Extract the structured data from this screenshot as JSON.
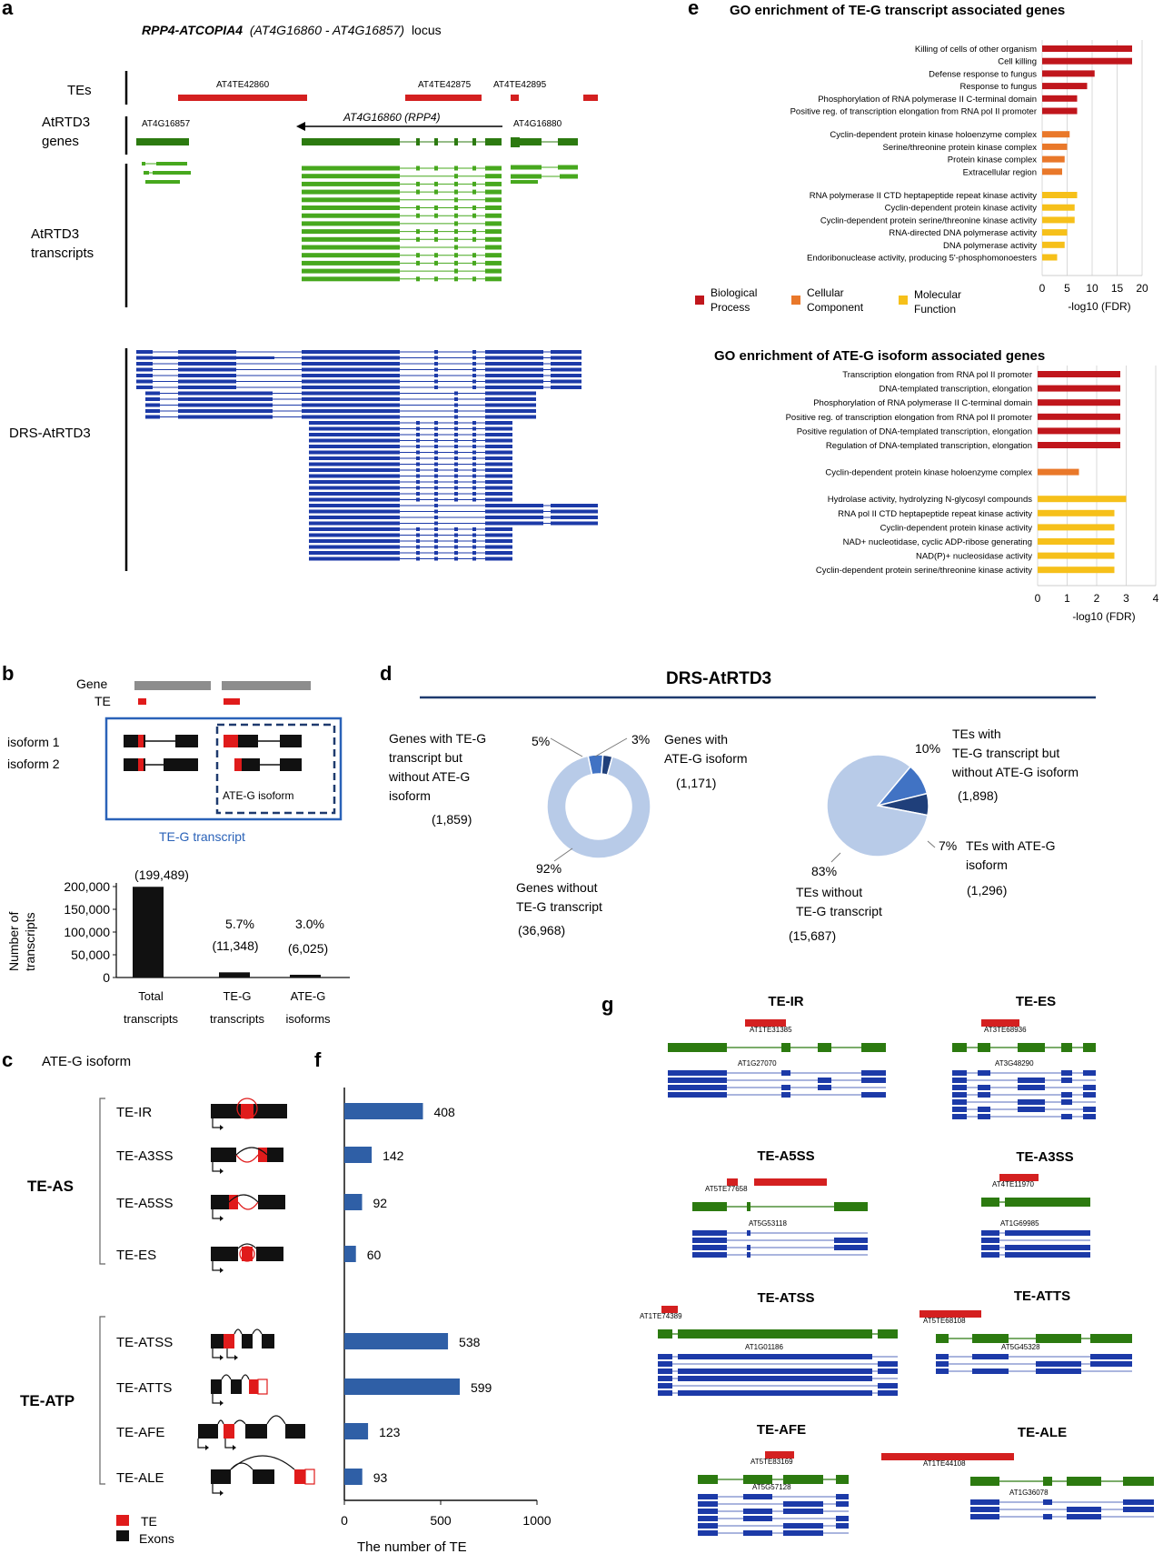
{
  "panel_letters": {
    "a": "a",
    "b": "b",
    "c": "c",
    "d": "d",
    "e": "e",
    "f": "f",
    "g": "g"
  },
  "panel_a": {
    "title_prefix": "RPP4-ATCOPIA4",
    "title_paren": "(AT4G16860 - AT4G16857)",
    "title_suffix": "locus",
    "track_tes": "TEs",
    "track_genes_1": "AtRTD3",
    "track_genes_2": "genes",
    "track_tx_1": "AtRTD3",
    "track_tx_2": "transcripts",
    "track_drs": "DRS-AtRTD3",
    "te_labels": [
      "AT4TE42860",
      "AT4TE42875",
      "AT4TE42895"
    ],
    "gene_labels": [
      "AT4G16857",
      "AT4G16860 (RPP4)",
      "AT4G16880"
    ]
  },
  "panel_b": {
    "gene": "Gene",
    "te": "TE",
    "isoform1": "isoform 1",
    "isoform2": "isoform 2",
    "ateg_box": "ATE-G isoform",
    "teg_caption": "TE-G transcript",
    "ylabel_1": "Number of",
    "ylabel_2": "transcripts",
    "yticks": [
      "200,000",
      "150,000",
      "100,000",
      "50,000",
      "0"
    ],
    "bar_labels": [
      "(199,489)",
      "5.7%",
      "(11,348)",
      "3.0%",
      "(6,025)"
    ],
    "cat_top": [
      "Total",
      "TE-G",
      "ATE-G"
    ],
    "cat_bot": [
      "transcripts",
      "transcripts",
      "isoforms"
    ]
  },
  "panel_c": {
    "title": "ATE-G isoform",
    "group_as": "TE-AS",
    "group_atp": "TE-ATP",
    "types": [
      "TE-IR",
      "TE-A3SS",
      "TE-A5SS",
      "TE-ES",
      "TE-ATSS",
      "TE-ATTS",
      "TE-AFE",
      "TE-ALE"
    ],
    "legend_te": "TE",
    "legend_exons": "Exons"
  },
  "panel_d": {
    "title": "DRS-AtRTD3",
    "left": {
      "pct_a": "5%",
      "pct_b": "3%",
      "pct_c": "92%",
      "lab_a": [
        "Genes with TE-G",
        "transcript but",
        "without ATE-G",
        "isoform"
      ],
      "num_a": "(1,859)",
      "lab_b": [
        "Genes with",
        "ATE-G isoform"
      ],
      "num_b": "(1,171)",
      "lab_c": [
        "Genes without",
        "TE-G transcript"
      ],
      "num_c": "(36,968)"
    },
    "right": {
      "pct_a": "10%",
      "pct_b": "7%",
      "pct_c": "83%",
      "lab_a": [
        "TEs with",
        "TE-G transcript but",
        "without ATE-G isoform"
      ],
      "num_a": "(1,898)",
      "lab_b": [
        "TEs with ATE-G",
        "isoform"
      ],
      "num_b": "(1,296)",
      "lab_c": [
        "TEs without",
        "TE-G transcript"
      ],
      "num_c": "(15,687)"
    }
  },
  "panel_e": {
    "title1": "GO enrichment of TE-G transcript associated genes",
    "title2": "GO enrichment of ATE-G isoform associated genes",
    "legend": [
      [
        "Biological",
        "Process"
      ],
      [
        "Cellular",
        "Component"
      ],
      [
        "Molecular",
        "Function"
      ]
    ],
    "xlabel": "-log10 (FDR)",
    "xticks1": [
      "0",
      "5",
      "10",
      "15",
      "20"
    ],
    "xticks2": [
      "0",
      "1",
      "2",
      "3",
      "4"
    ]
  },
  "panel_f": {
    "xlabel": "The number of TE",
    "xticks": [
      "0",
      "500",
      "1000"
    ]
  },
  "panel_g": {
    "titles": [
      "TE-IR",
      "TE-ES",
      "TE-A5SS",
      "TE-A3SS",
      "TE-ATSS",
      "TE-ATTS",
      "TE-AFE",
      "TE-ALE"
    ],
    "te_ids": [
      "AT1TE31385",
      "AT3TE68936",
      "AT5TE77658",
      "AT4TE11970",
      "AT1TE74389",
      "AT5TE68108",
      "AT5TE83169",
      "AT1TE44108"
    ],
    "gene_ids": [
      "AT1G27070",
      "AT3G48290",
      "AT5G53118",
      "AT1G69985",
      "AT1G01186",
      "AT5G45328",
      "AT5G57128",
      "AT1G36078"
    ]
  },
  "colors": {
    "bp": "#c0161c",
    "cc": "#e9782a",
    "mf": "#f6c01a",
    "gene": "#2c7a10",
    "tx": "#47a81e",
    "drs": "#1c3aa8",
    "te": "#d42020",
    "bar_f": "#2f5fa6",
    "pie_light": "#b8cbe8",
    "pie_mid": "#4173c4",
    "pie_dark": "#1f3f7a"
  },
  "chart_data": [
    {
      "type": "bar",
      "title": "GO enrichment of TE-G transcript associated genes",
      "xlabel": "-log10 (FDR)",
      "xlim": [
        0,
        20
      ],
      "categories": [
        "Killing of cells of other organism",
        "Cell killing",
        "Defense response to fungus",
        "Response to fungus",
        "Phosphorylation of RNA polymerase II C-terminal domain",
        "Positive reg. of transcription elongation from RNA pol II promoter",
        "Cyclin-dependent protein kinase holoenzyme complex",
        "Serine/threonine protein kinase complex",
        "Protein kinase complex",
        "Extracellular region",
        "RNA polymerase II CTD heptapeptide repeat kinase activity",
        "Cyclin-dependent protein kinase activity",
        "Cyclin-dependent protein serine/threonine kinase activity",
        "RNA-directed DNA polymerase activity",
        "DNA polymerase activity",
        "Endoribonuclease activity, producing 5'-phosphomonoesters"
      ],
      "values": [
        18,
        18,
        10.5,
        9,
        7,
        7,
        5.5,
        5,
        4.5,
        4,
        7,
        6.5,
        6.5,
        5,
        4.5,
        3
      ],
      "groups": [
        "bp",
        "bp",
        "bp",
        "bp",
        "bp",
        "bp",
        "cc",
        "cc",
        "cc",
        "cc",
        "mf",
        "mf",
        "mf",
        "mf",
        "mf",
        "mf"
      ]
    },
    {
      "type": "bar",
      "title": "GO enrichment of ATE-G isoform associated genes",
      "xlabel": "-log10 (FDR)",
      "xlim": [
        0,
        4
      ],
      "categories": [
        "Transcription elongation from RNA pol II promoter",
        "DNA-templated transcription, elongation",
        "Phosphorylation of RNA polymerase II C-terminal domain",
        "Positive reg. of transcription elongation from RNA pol II promoter",
        "Positive regulation of DNA-templated transcription, elongation",
        "Regulation of DNA-templated transcription, elongation",
        "Cyclin-dependent protein kinase holoenzyme complex",
        "Hydrolase activity, hydrolyzing N-glycosyl compounds",
        "RNA pol II CTD heptapeptide repeat kinase activity",
        "Cyclin-dependent protein kinase activity",
        "NAD+ nucleotidase, cyclic ADP-ribose generating",
        "NAD(P)+ nucleosidase activity",
        "Cyclin-dependent protein serine/threonine kinase activity"
      ],
      "values": [
        2.8,
        2.8,
        2.8,
        2.8,
        2.8,
        2.8,
        1.4,
        3.0,
        2.6,
        2.6,
        2.6,
        2.6,
        2.6
      ],
      "groups": [
        "bp",
        "bp",
        "bp",
        "bp",
        "bp",
        "bp",
        "cc",
        "mf",
        "mf",
        "mf",
        "mf",
        "mf",
        "mf"
      ]
    },
    {
      "type": "bar",
      "title": "",
      "xlabel": "The number of TE",
      "xlim": [
        0,
        1000
      ],
      "categories": [
        "TE-IR",
        "TE-A3SS",
        "TE-A5SS",
        "TE-ES",
        "TE-ATSS",
        "TE-ATTS",
        "TE-AFE",
        "TE-ALE"
      ],
      "values": [
        408,
        142,
        92,
        60,
        538,
        599,
        123,
        93
      ]
    },
    {
      "type": "bar",
      "title": "",
      "ylabel": "Number of transcripts",
      "ylim": [
        0,
        200000
      ],
      "categories": [
        "Total transcripts",
        "TE-G transcripts",
        "ATE-G isoforms"
      ],
      "values": [
        199489,
        11348,
        6025
      ]
    },
    {
      "type": "pie",
      "title": "DRS-AtRTD3 genes",
      "categories": [
        "Genes with TE-G transcript but without ATE-G isoform",
        "Genes with ATE-G isoform",
        "Genes without TE-G transcript"
      ],
      "values": [
        1859,
        1171,
        36968
      ],
      "percent": [
        5,
        3,
        92
      ]
    },
    {
      "type": "pie",
      "title": "DRS-AtRTD3 TEs",
      "categories": [
        "TEs with TE-G transcript but without ATE-G isoform",
        "TEs with ATE-G isoform",
        "TEs without TE-G transcript"
      ],
      "values": [
        1898,
        1296,
        15687
      ],
      "percent": [
        10,
        7,
        83
      ]
    }
  ]
}
